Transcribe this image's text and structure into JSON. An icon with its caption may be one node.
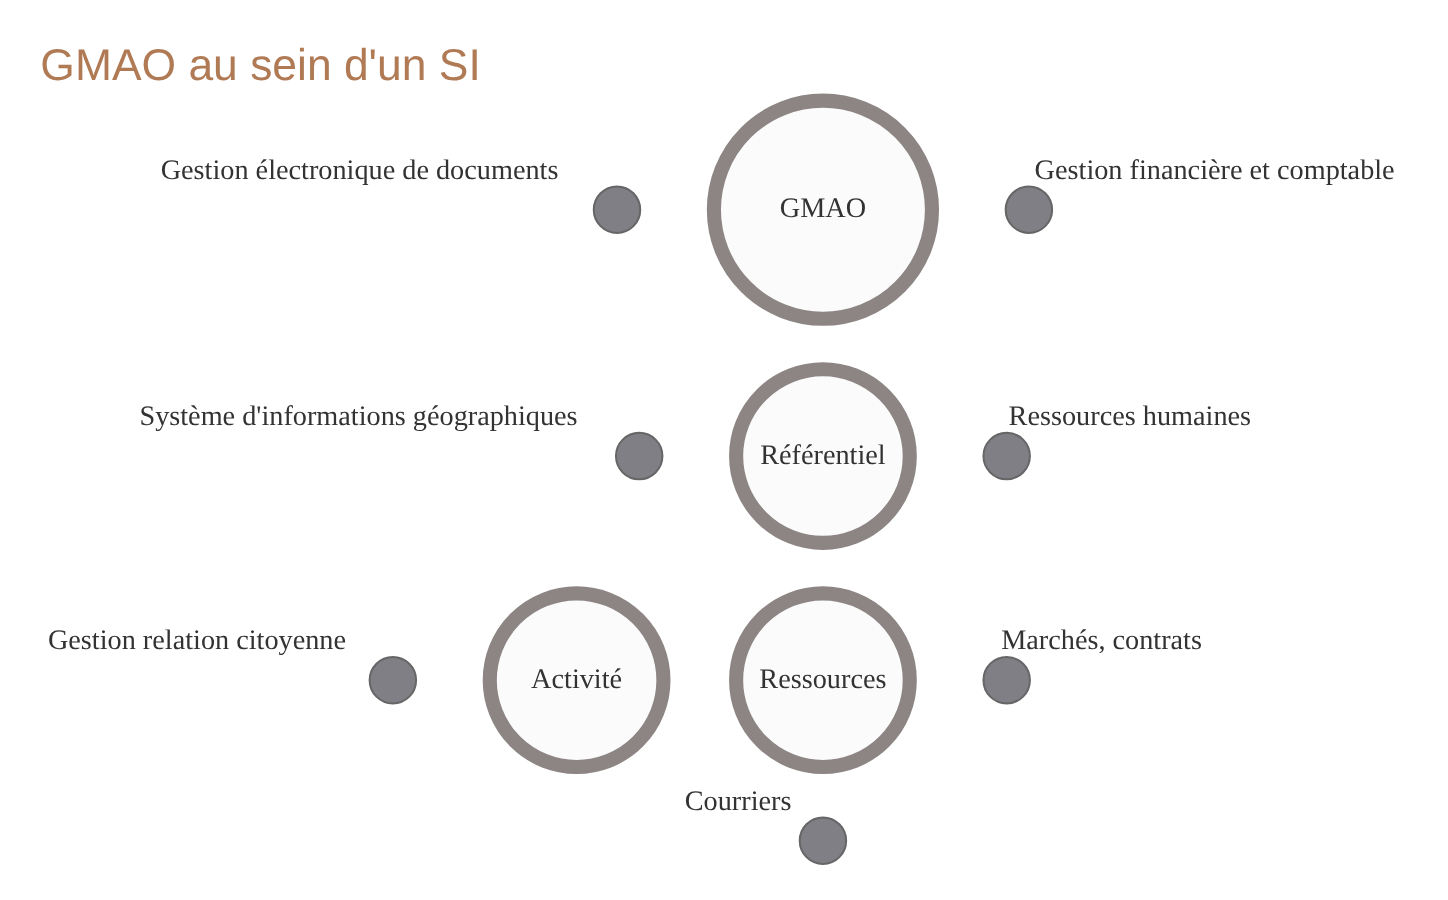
{
  "diagram": {
    "title": "GMAO au sein d'un SI",
    "nodes": [
      {
        "text": [
          "GMAO"
        ]
      },
      {
        "text": [],
        "shape": "circle",
        "beside": [
          "Gestion électronique de documents"
        ]
      },
      {
        "text": [],
        "shape": "circle",
        "beside": [
          "Gestion financière et comptable"
        ]
      },
      {
        "text": [],
        "shape": "circle",
        "beside": [
          "Système d'informations géographiques"
        ]
      },
      {
        "text": [
          "Référentiel"
        ]
      },
      {
        "text": [],
        "shape": "circle",
        "beside": [
          "Ressources humaines"
        ]
      },
      {
        "text": [],
        "shape": "circle",
        "beside": [
          "Gestion relation citoyenne"
        ]
      },
      {
        "text": [
          "Activité"
        ]
      },
      {
        "text": [
          "Ressources"
        ]
      },
      {
        "text": [],
        "shape": "circle",
        "beside": [
          "Marchés, contrats"
        ]
      },
      {
        "text": [],
        "shape": "circle",
        "beside": [
          "Courriers"
        ]
      }
    ]
  }
}
